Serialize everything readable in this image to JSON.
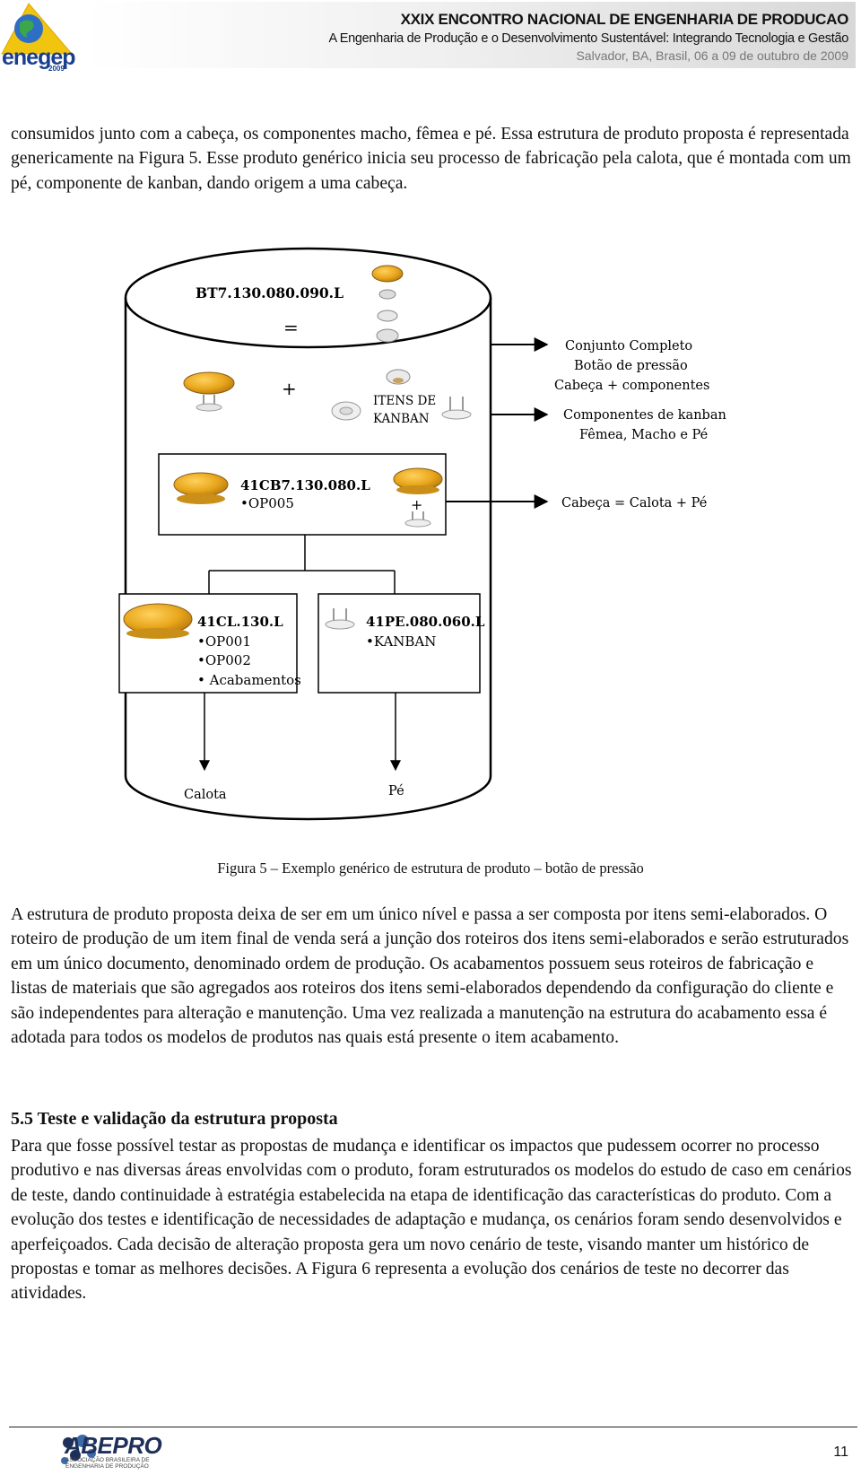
{
  "header": {
    "logo_text": "enegep",
    "logo_year": "2009",
    "title": "XXIX ENCONTRO NACIONAL DE ENGENHARIA DE PRODUCAO",
    "subtitle": "A Engenharia de Produção e o Desenvolvimento Sustentável: Integrando Tecnologia e Gestão",
    "location_date": "Salvador, BA, Brasil, 06 a 09 de outubro de 2009"
  },
  "body": {
    "para1": "consumidos junto com a cabeça, os componentes macho, fêmea e pé. Essa estrutura de produto proposta é representada genericamente na Figura 5. Esse produto genérico inicia seu processo de fabricação pela calota, que é montada com um pé, componente de kanban, dando origem a uma cabeça.",
    "caption": "Figura 5 – Exemplo genérico de estrutura de produto – botão de pressão",
    "para2": "A estrutura de produto proposta deixa de ser em um único nível e passa a ser composta por itens semi-elaborados. O roteiro de produção de um item final de venda será a junção dos roteiros dos itens semi-elaborados e serão estruturados em um único documento, denominado ordem de produção. Os acabamentos possuem seus roteiros de fabricação e listas de materiais que são agregados aos roteiros dos itens semi-elaborados dependendo da configuração do cliente e são independentes para alteração e manutenção. Uma vez realizada a manutenção na estrutura do acabamento essa é adotada para todos os modelos de produtos nas quais está presente o item acabamento.",
    "section_title": "5.5  Teste e validação da estrutura proposta",
    "para3": "Para que fosse possível testar as propostas de mudança e identificar os impactos que pudessem ocorrer no processo produtivo e nas diversas áreas envolvidas com o produto, foram estruturados os modelos do estudo de caso em cenários de teste, dando continuidade à estratégia estabelecida na etapa de identificação das características do produto. Com a evolução dos testes e identificação de necessidades de adaptação e mudança, os cenários foram sendo desenvolvidos e aperfeiçoados. Cada decisão de alteração proposta gera um novo cenário de teste, visando manter um histórico de propostas e tomar as melhores decisões. A Figura 6 representa a evolução dos cenários de teste no decorrer das atividades."
  },
  "figure": {
    "top_code": "BT7.130.080.090.L",
    "equals": "=",
    "plus": "+",
    "kanban_label_1": "ITENS DE",
    "kanban_label_2": "KANBAN",
    "right_1": "Conjunto Completo",
    "right_2": "Botão de pressão",
    "right_3": "Cabeça + componentes",
    "right_4": "Componentes de kanban",
    "right_5": "Fêmea, Macho e Pé",
    "right_6": "Cabeça = Calota + Pé",
    "head_code": "41CB7.130.080.L",
    "head_op": "•OP005",
    "head_plus": "+",
    "cl_code": "41CL.130.L",
    "cl_op1": "•OP001",
    "cl_op2": "•OP002",
    "cl_op3": "• Acabamentos",
    "pe_code": "41PE.080.060.L",
    "pe_op": "•KANBAN",
    "bottom_left": "Calota",
    "bottom_right": "Pé"
  },
  "footer": {
    "org": "ABEPRO",
    "org_sub": "ASSOCIAÇÃO BRASILEIRA DE ENGENHARIA DE PRODUÇÃO",
    "page_number": "11"
  }
}
